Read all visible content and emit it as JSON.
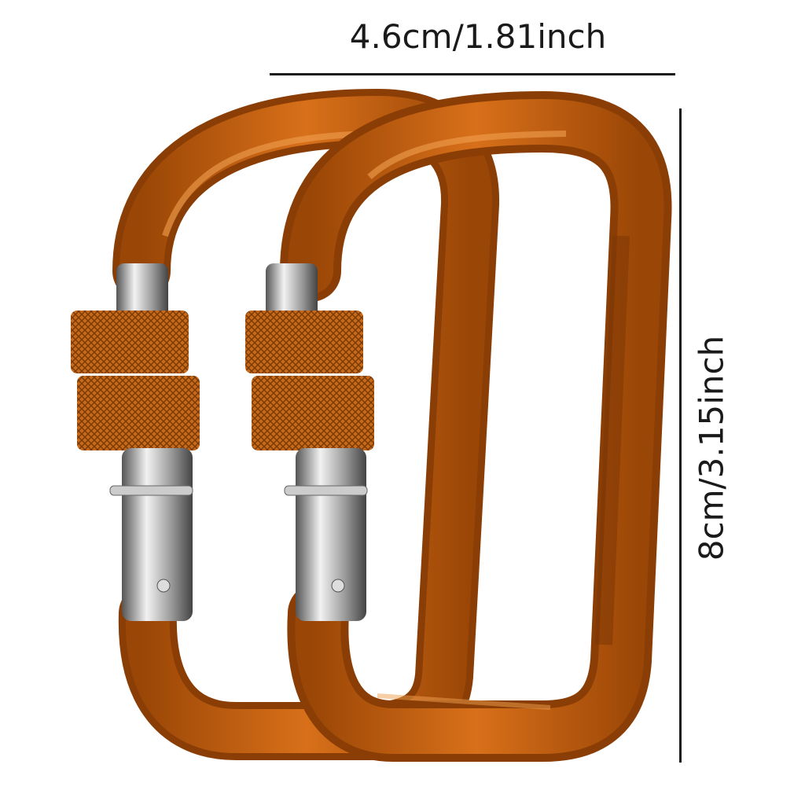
{
  "dimensions": {
    "width_label": "4.6cm/1.81inch",
    "height_label": "8cm/3.15inch"
  },
  "product": {
    "count": 2,
    "body_color": "#c4620f",
    "highlight_color": "#f09a45",
    "gate_color": "#b8b8b8"
  }
}
